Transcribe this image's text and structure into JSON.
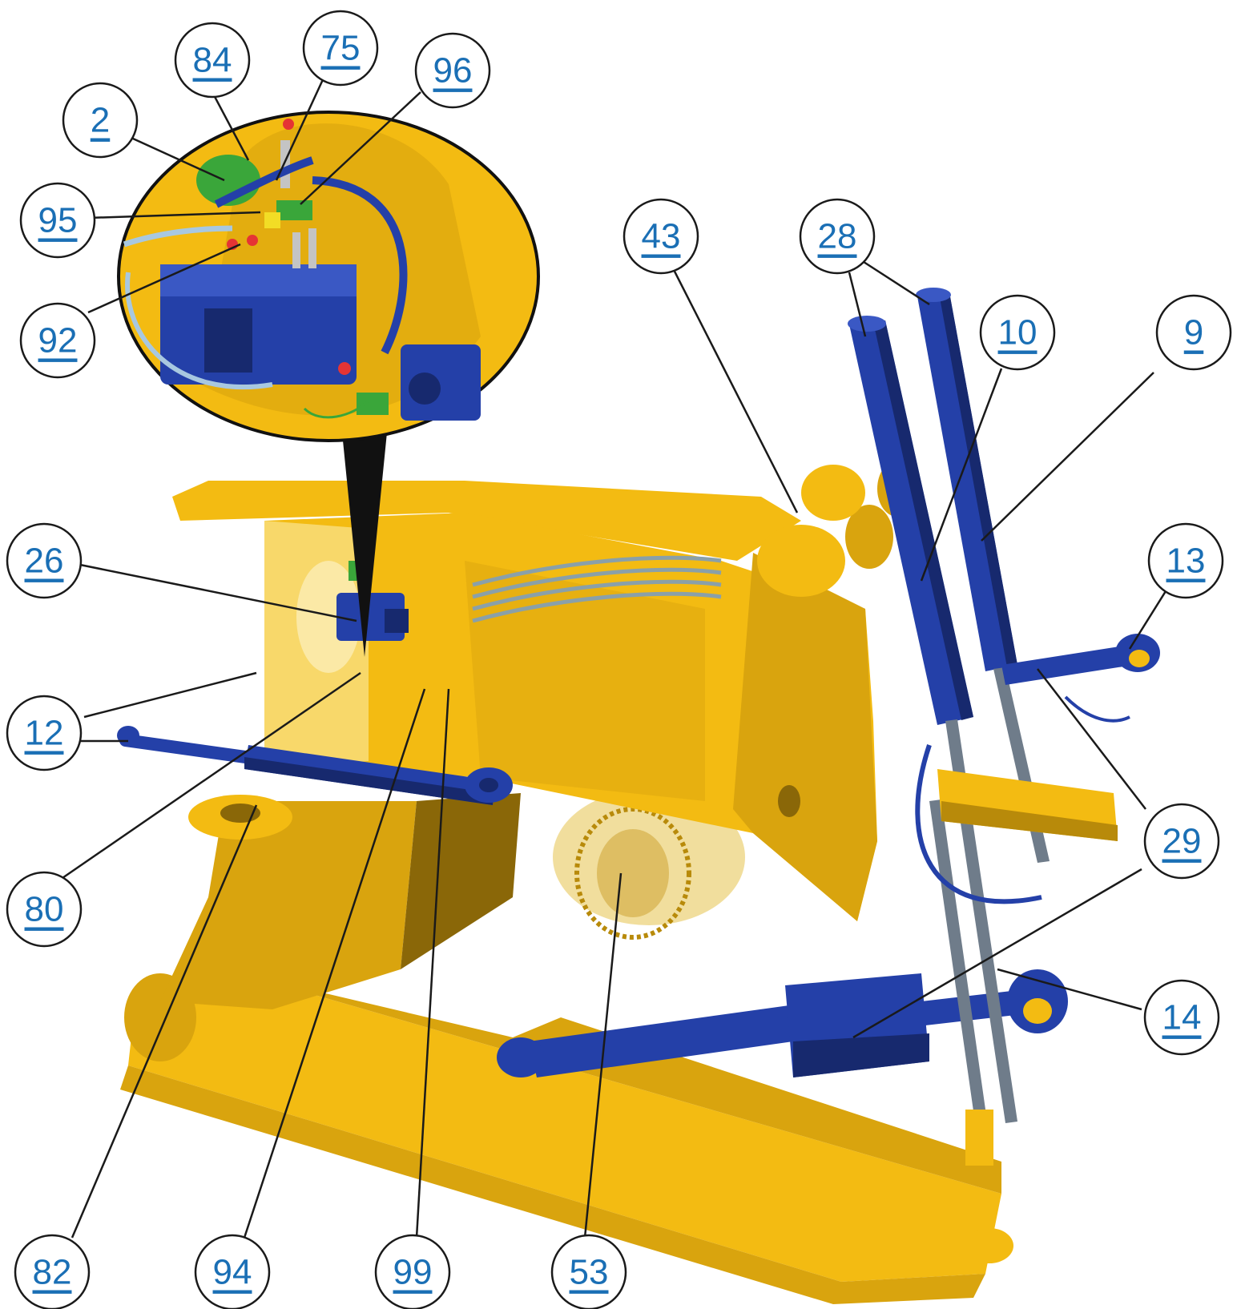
{
  "colors": {
    "frame_yellow": "#f3bb12",
    "frame_shadow": "#b88a0a",
    "frame_dark": "#8a6708",
    "hydraulic_blue": "#2440a8",
    "hydraulic_dark": "#17296e",
    "callout_text": "#1a6fb5",
    "callout_border": "#1a1a1a",
    "valve_green": "#3aa63a"
  },
  "callouts": [
    {
      "id": "84",
      "label": "84"
    },
    {
      "id": "75",
      "label": "75"
    },
    {
      "id": "96",
      "label": "96"
    },
    {
      "id": "2",
      "label": "2"
    },
    {
      "id": "95",
      "label": "95"
    },
    {
      "id": "92",
      "label": "92"
    },
    {
      "id": "43",
      "label": "43"
    },
    {
      "id": "28",
      "label": "28"
    },
    {
      "id": "10",
      "label": "10"
    },
    {
      "id": "9",
      "label": "9"
    },
    {
      "id": "26",
      "label": "26"
    },
    {
      "id": "13",
      "label": "13"
    },
    {
      "id": "12",
      "label": "12"
    },
    {
      "id": "29",
      "label": "29"
    },
    {
      "id": "80",
      "label": "80"
    },
    {
      "id": "14",
      "label": "14"
    },
    {
      "id": "82",
      "label": "82"
    },
    {
      "id": "94",
      "label": "94"
    },
    {
      "id": "99",
      "label": "99"
    },
    {
      "id": "53",
      "label": "53"
    }
  ]
}
